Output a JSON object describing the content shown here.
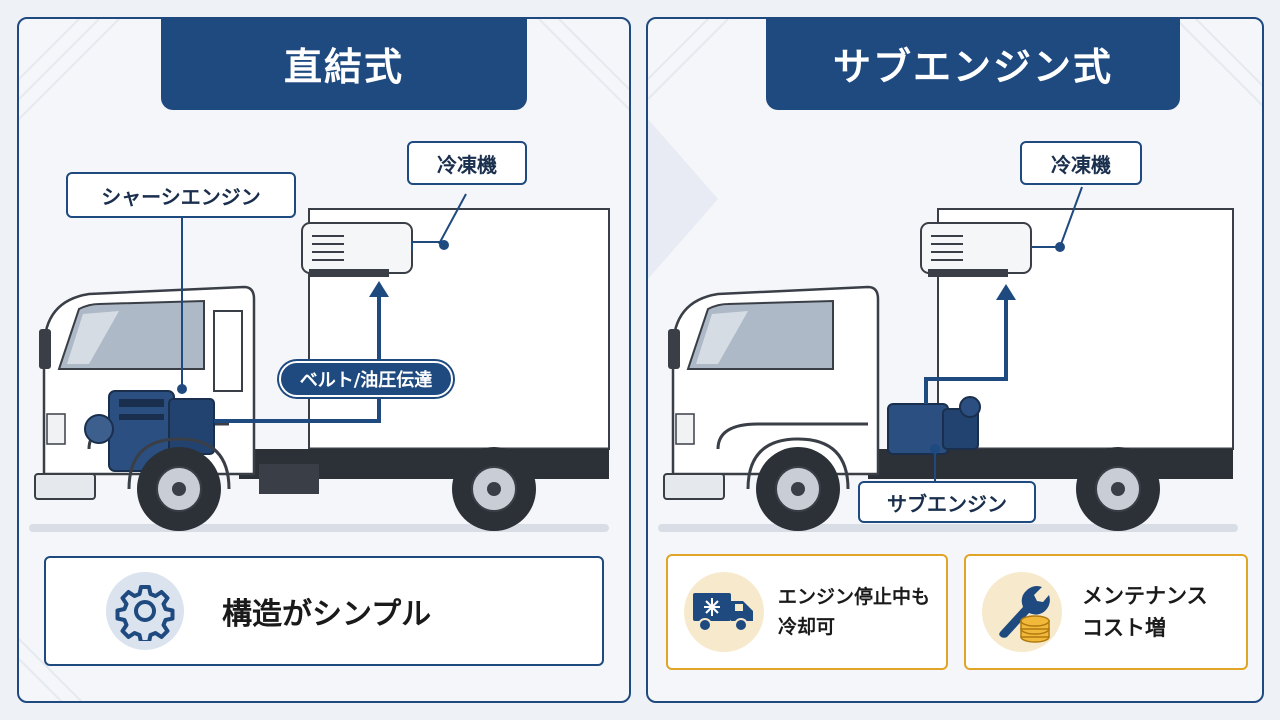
{
  "left_panel": {
    "title": "直結式",
    "callout_refrigerator": "冷凍機",
    "callout_engine": "シャーシエンジン",
    "transmission_label": "ベルト/油圧伝達",
    "feature_text": "構造がシンプル",
    "feature_icon": "gear-icon"
  },
  "right_panel": {
    "title": "サブエンジン式",
    "callout_refrigerator": "冷凍機",
    "callout_subengine": "サブエンジン",
    "feature_1_text_line1": "エンジン停止中も",
    "feature_1_text_line2": "冷却可",
    "feature_1_icon": "refrigerated-truck-icon",
    "feature_2_text_line1": "メンテナンス",
    "feature_2_text_line2": "コスト増",
    "feature_2_icon": "wrench-coins-icon"
  },
  "colors": {
    "navy": "#1f4a80",
    "gold": "#e0a526",
    "panel_bg": "#f4f6f9",
    "icon_bg_blue": "#dbe3ee",
    "icon_bg_cream": "#f7e9cc"
  }
}
